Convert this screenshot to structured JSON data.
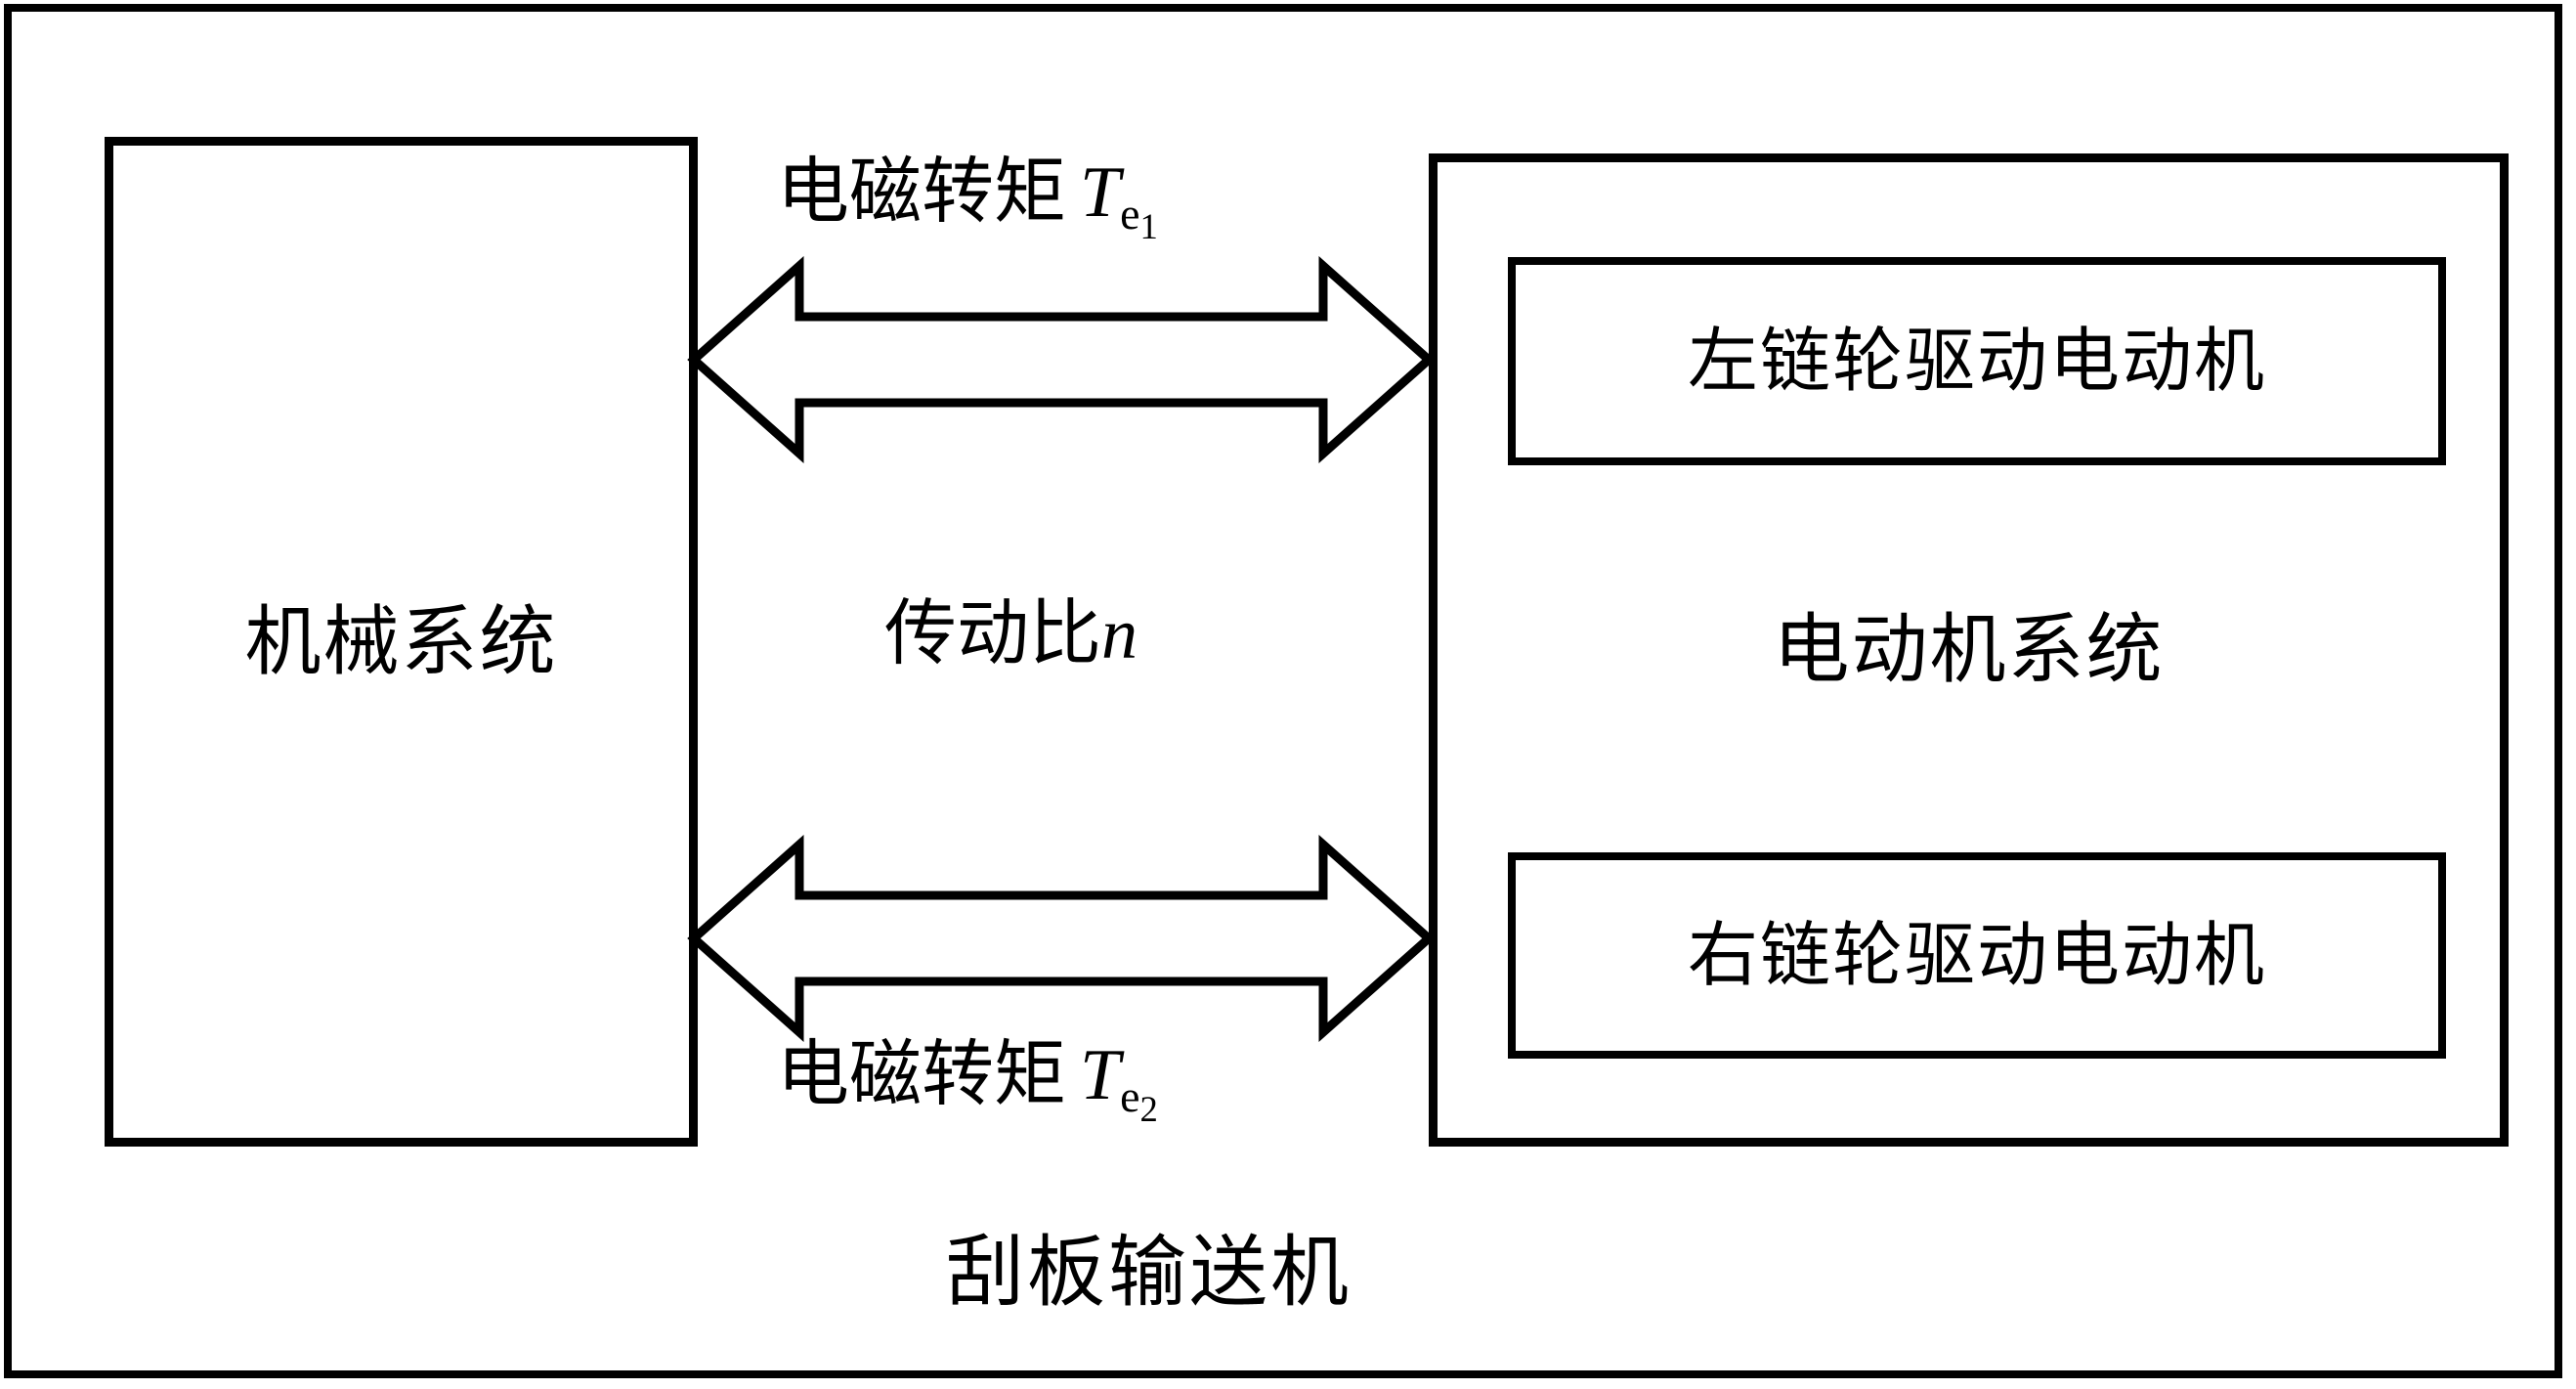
{
  "diagram": {
    "title": "刮板输送机",
    "caption": "刮板输送机",
    "stroke_color": "#000000",
    "background_color": "#ffffff"
  },
  "blocks": {
    "mechanical_system": {
      "label": "机械系统"
    },
    "motor_system": {
      "label": "电动机系统",
      "children": [
        {
          "label": "左链轮驱动电动机"
        },
        {
          "label": "右链轮驱动电动机"
        }
      ]
    }
  },
  "connections": {
    "top": {
      "label_prefix": "电磁转矩",
      "symbol": "T",
      "subscript": "e",
      "subscript_index": "1",
      "direction": "bidirectional"
    },
    "middle": {
      "label_prefix": "传动比",
      "symbol": "n"
    },
    "bottom": {
      "label_prefix": "电磁转矩",
      "symbol": "T",
      "subscript": "e",
      "subscript_index": "2",
      "direction": "bidirectional"
    }
  }
}
